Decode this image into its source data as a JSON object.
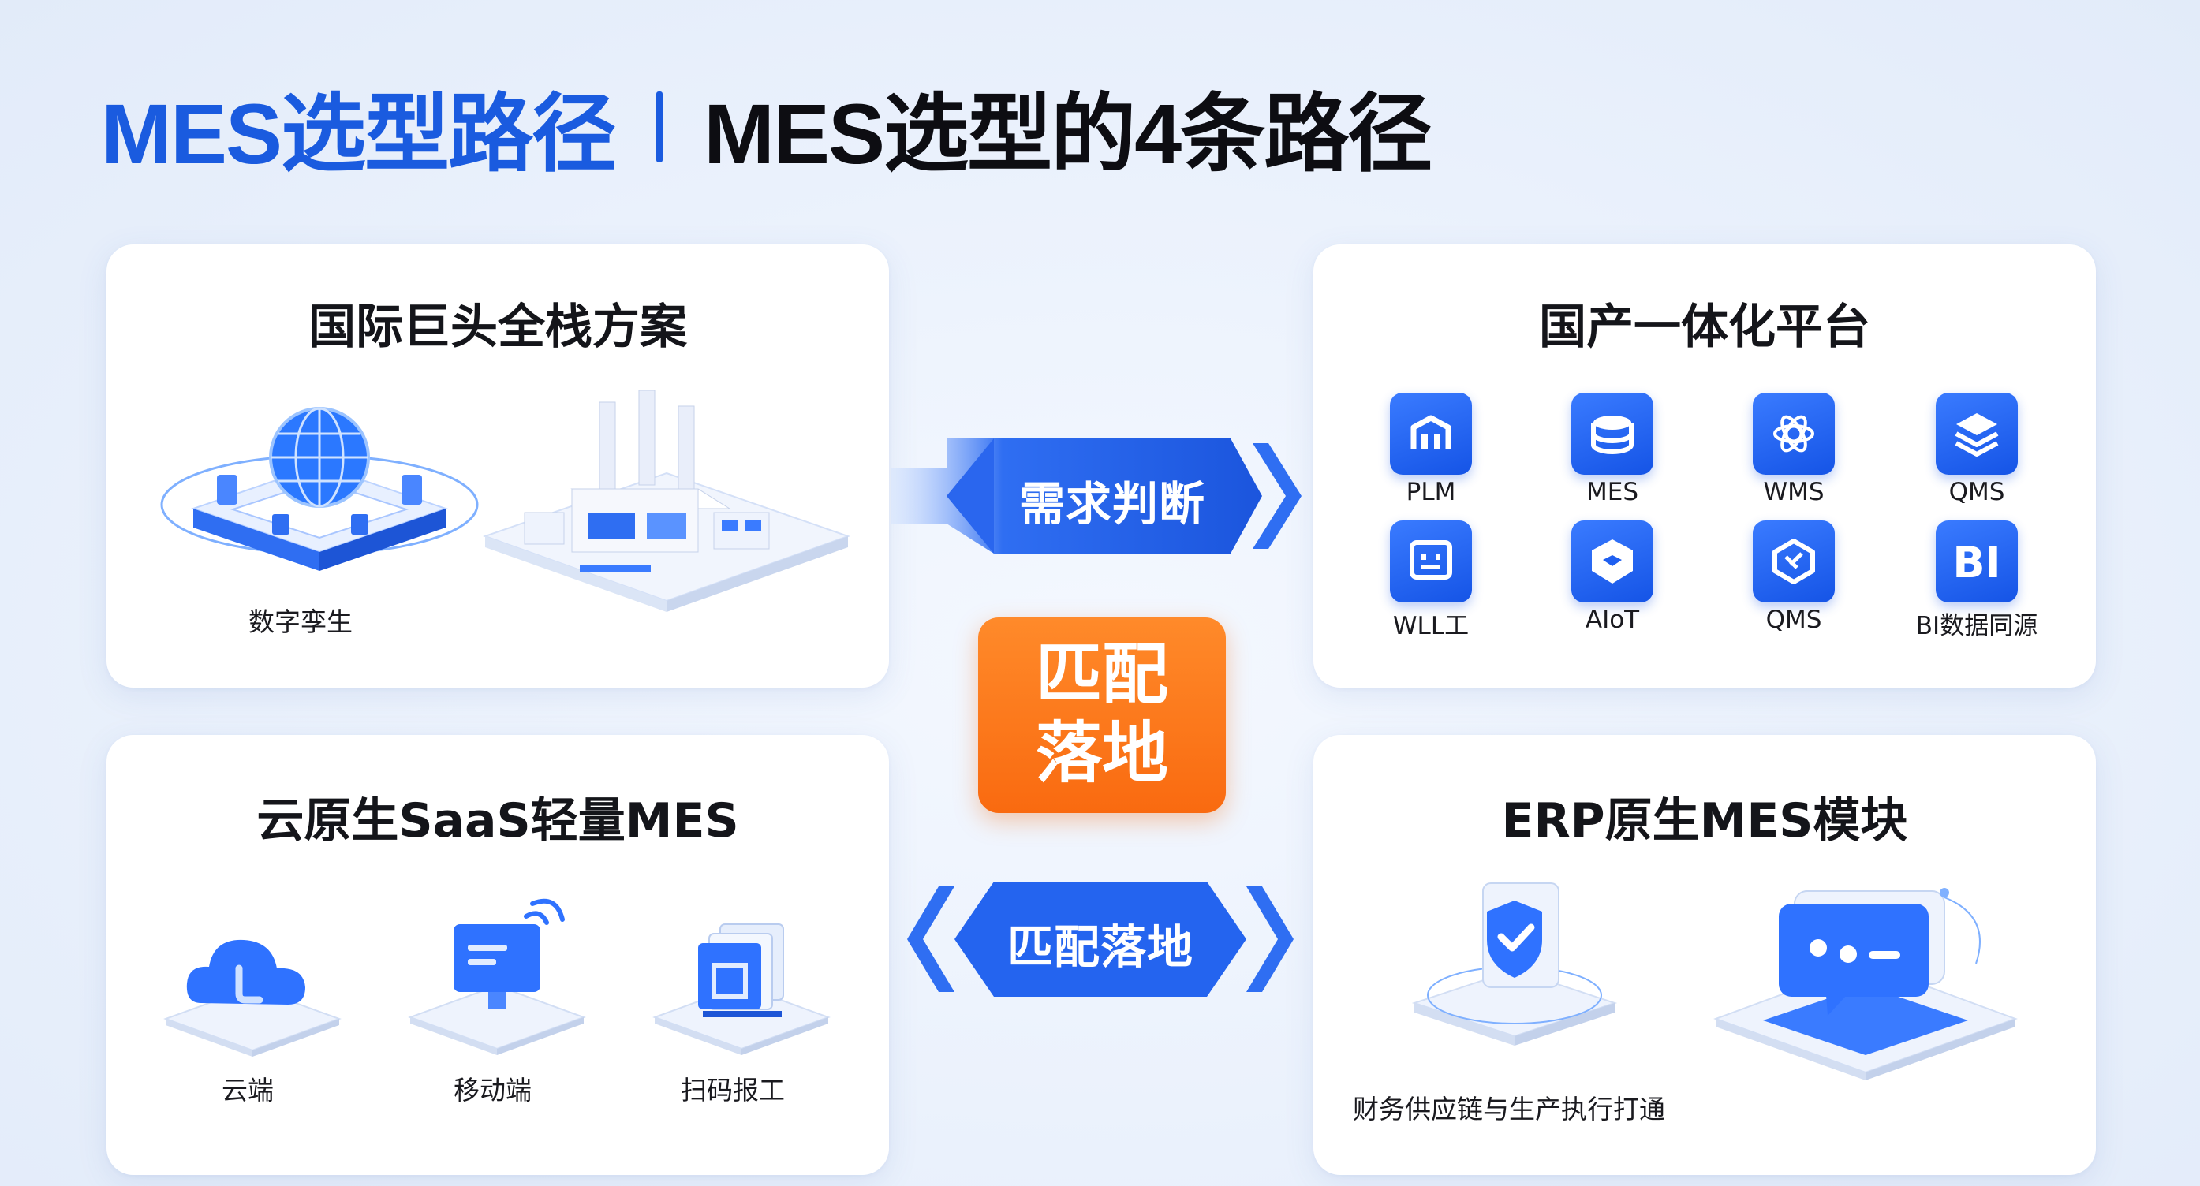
{
  "title": {
    "main": "MES选型路径",
    "sub": "MES选型的4条路径"
  },
  "cards": {
    "top_left": {
      "title": "国际巨头全栈方案",
      "caption": "数字孪生"
    },
    "top_right": {
      "title": "国产一体化平台",
      "modules": [
        {
          "label": "PLM",
          "icon": "building-chart-icon"
        },
        {
          "label": "MES",
          "icon": "stacked-disks-icon"
        },
        {
          "label": "WMS",
          "icon": "gear-atom-icon"
        },
        {
          "label": "QMS",
          "icon": "layers-icon"
        },
        {
          "label": "WLL工",
          "icon": "terminal-face-icon"
        },
        {
          "label": "AIoT",
          "icon": "cube-icon"
        },
        {
          "label": "QMS",
          "icon": "loop-icon"
        },
        {
          "label": "BI数据同源",
          "icon": "bi-text-icon",
          "icon_text": "BI"
        }
      ]
    },
    "bottom_left": {
      "title": "云原生SaaS轻量MES",
      "items": [
        {
          "label": "云端",
          "icon": "cloud-icon"
        },
        {
          "label": "移动端",
          "icon": "mobile-screen-icon"
        },
        {
          "label": "扫码报工",
          "icon": "scan-documents-icon"
        }
      ]
    },
    "bottom_right": {
      "title": "ERP原生MES模块",
      "caption": "财务供应链与生产执行打通"
    }
  },
  "connectors": {
    "top": "需求判断",
    "center": "匹配\n落地",
    "center_line1": "匹配",
    "center_line2": "落地",
    "bottom": "匹配落地"
  },
  "colors": {
    "brand_blue": "#1a5bdf",
    "title_dark": "#0d0d12",
    "accent_orange": "#f96a10",
    "card_bg": "#ffffff"
  }
}
